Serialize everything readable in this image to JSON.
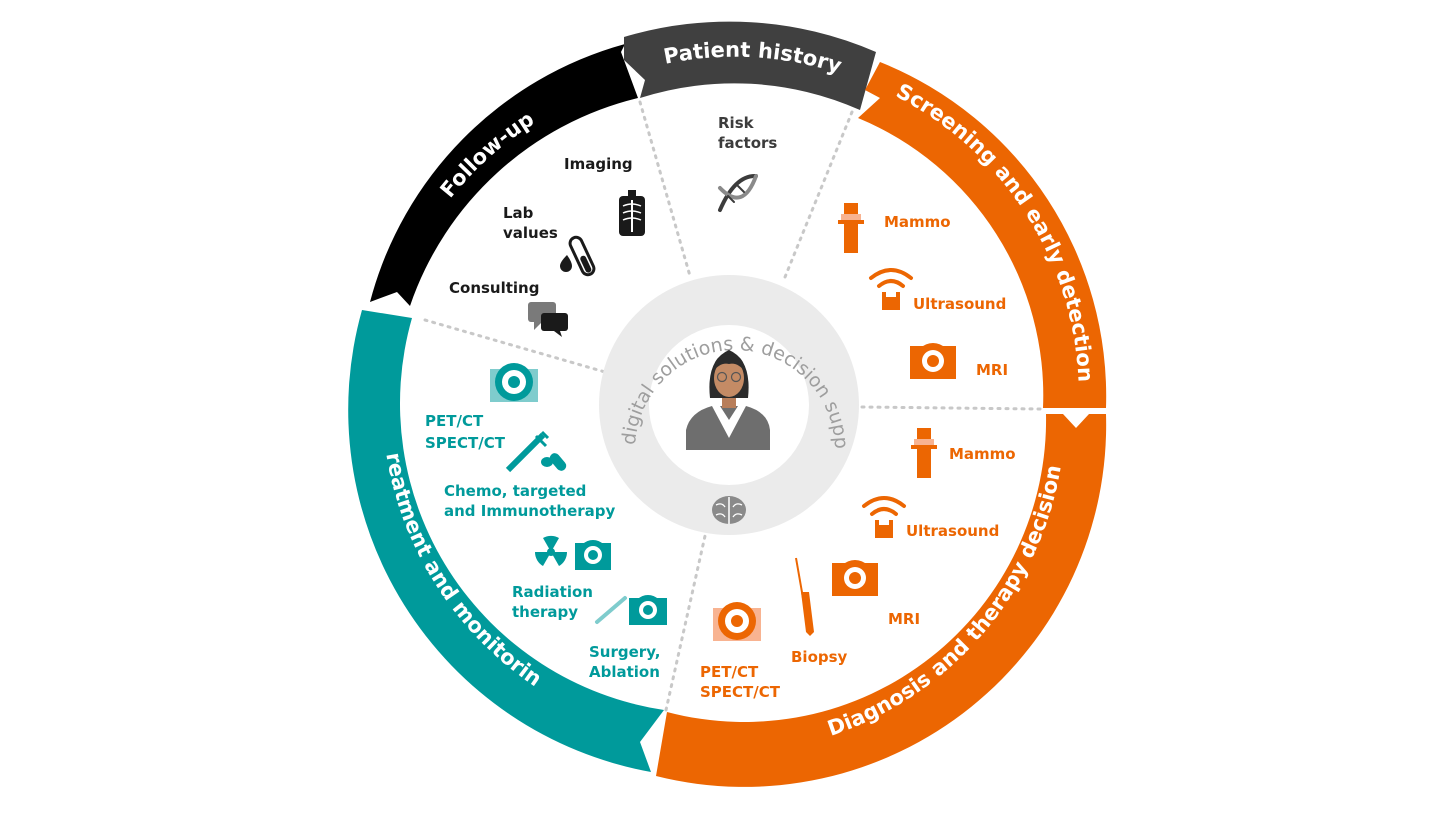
{
  "colors": {
    "patient_history": "#404040",
    "screening": "#ec6602",
    "diagnosis": "#ec6602",
    "treatment": "#009a9b",
    "follow_up": "#000000",
    "orange_light": "#f8b391",
    "teal_light": "#7fcccd",
    "inner_ring": "#ebebeb",
    "divider": "#c8c8c8"
  },
  "ring": {
    "patient_history": "Patient history",
    "screening": "Screening and early detection",
    "diagnosis": "Diagnosis and therapy decision",
    "treatment": "Treatment and monitoring",
    "follow_up": "Follow-up"
  },
  "center": {
    "label": "AI, digital solutions & decision support",
    "icons": [
      "doctor-avatar",
      "brain-icon"
    ]
  },
  "patient_history": {
    "items": [
      {
        "label": [
          "Risk",
          "factors"
        ],
        "icon": "dna-icon"
      }
    ]
  },
  "screening": {
    "items": [
      {
        "label": "Mammo",
        "icon": "mammography-icon"
      },
      {
        "label": "Ultrasound",
        "icon": "ultrasound-icon"
      },
      {
        "label": "MRI",
        "icon": "mri-icon"
      }
    ]
  },
  "diagnosis": {
    "items": [
      {
        "label": "Mammo",
        "icon": "mammography-icon"
      },
      {
        "label": "Ultrasound",
        "icon": "ultrasound-icon"
      },
      {
        "label": "MRI",
        "icon": "mri-icon"
      },
      {
        "label": "Biopsy",
        "icon": "biopsy-needle-icon"
      },
      {
        "label": [
          "PET/CT",
          "SPECT/CT"
        ],
        "icon": "pet-ct-icon"
      }
    ]
  },
  "treatment": {
    "items": [
      {
        "label": [
          "PET/CT",
          "SPECT/CT"
        ],
        "icon": "pet-ct-icon"
      },
      {
        "label": [
          "Chemo, targeted",
          "and Immunotherapy"
        ],
        "icon": "syringe-pills-icon"
      },
      {
        "label": [
          "Radiation",
          "therapy"
        ],
        "icon": "radiation-icon"
      },
      {
        "label": [
          "Surgery,",
          "Ablation"
        ],
        "icon": "scalpel-icon"
      }
    ]
  },
  "follow_up": {
    "items": [
      {
        "label": "Imaging",
        "icon": "xray-icon"
      },
      {
        "label": [
          "Lab",
          "values"
        ],
        "icon": "test-tube-icon"
      },
      {
        "label": "Consulting",
        "icon": "chat-bubbles-icon"
      }
    ]
  }
}
